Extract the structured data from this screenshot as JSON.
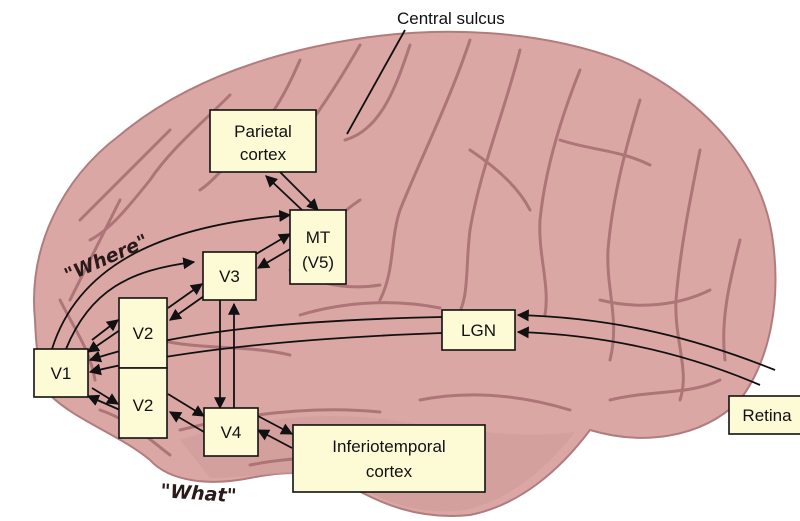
{
  "diagram": {
    "labels": {
      "central_sulcus": "Central sulcus",
      "where_stream": "\"Where\"",
      "what_stream": "\"What\""
    },
    "areas": {
      "parietal": {
        "line1": "Parietal",
        "line2": "cortex"
      },
      "mt": {
        "line1": "MT",
        "line2": "(V5)"
      },
      "v3": {
        "label": "V3"
      },
      "v2_upper": {
        "label": "V2"
      },
      "v2_lower": {
        "label": "V2"
      },
      "v1": {
        "label": "V1"
      },
      "v4": {
        "label": "V4"
      },
      "inferotemporal": {
        "line1": "Inferiotemporal",
        "line2": "cortex"
      },
      "lgn": {
        "label": "LGN"
      },
      "retina": {
        "label": "Retina"
      }
    }
  },
  "colors": {
    "brain_fill": "#dba7a4",
    "gyrus_line": "#a56d70",
    "box_fill": "#fdfbd6",
    "arrow": "#111111"
  }
}
